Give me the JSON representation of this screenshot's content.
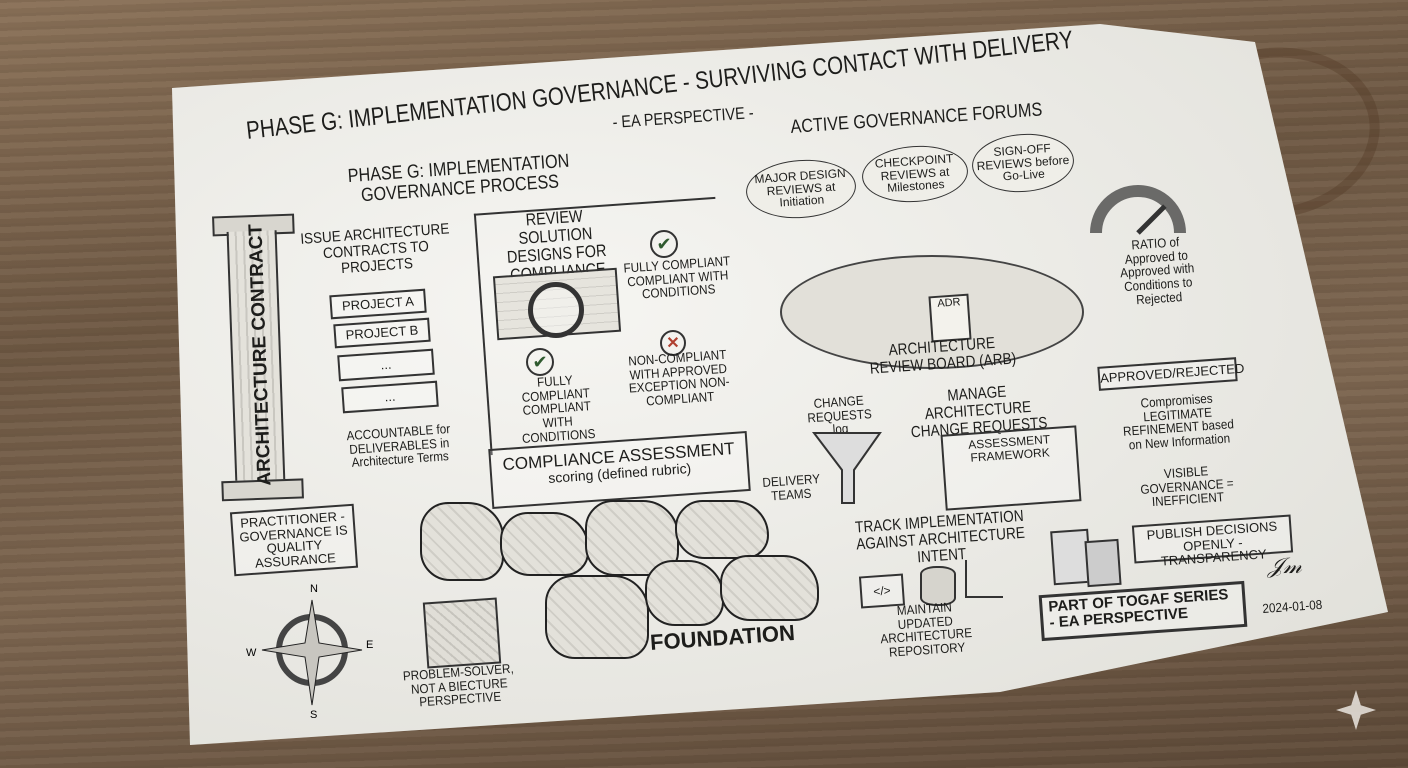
{
  "title": "PHASE G: IMPLEMENTATION GOVERNANCE - SURVIVING CONTACT WITH DELIVERY",
  "subtitle": "- EA PERSPECTIVE -",
  "process": {
    "heading": "PHASE G: IMPLEMENTATION GOVERNANCE PROCESS",
    "pillar_label": "ARCHITECTURE CONTRACT",
    "issue_heading": "ISSUE ARCHITECTURE CONTRACTS TO PROJECTS",
    "projects": [
      "PROJECT A",
      "PROJECT B",
      "...",
      "..."
    ],
    "accountable": "ACCOUNTABLE for DELIVERABLES in Architecture Terms",
    "review_heading": "REVIEW SOLUTION DESIGNS FOR COMPLIANCE",
    "outcome_right_top": "FULLY COMPLIANT COMPLIANT WITH CONDITIONS",
    "outcome_bottom_left": "FULLY COMPLIANT COMPLIANT WITH CONDITIONS",
    "outcome_right_bottom": "NON-COMPLIANT WITH APPROVED EXCEPTION NON-COMPLIANT",
    "assessment_title": "COMPLIANCE ASSESSMENT",
    "assessment_sub": "scoring (defined rubric)"
  },
  "forums": {
    "heading": "ACTIVE GOVERNANCE FORUMS",
    "bubbles": [
      "MAJOR DESIGN REVIEWS at Initiation",
      "CHECKPOINT REVIEWS at Milestones",
      "SIGN-OFF REVIEWS before Go-Live"
    ],
    "ratio": "RATIO of Approved to Approved with Conditions to Rejected",
    "gauge_level": 0.75,
    "doc_label": "ADR",
    "board": "ARCHITECTURE REVIEW BOARD (ARB)"
  },
  "change": {
    "log": "CHANGE REQUESTS log",
    "heading": "MANAGE ARCHITECTURE CHANGE REQUESTS",
    "framework": "ASSESSMENT FRAMEWORK",
    "approved": "APPROVED/REJECTED",
    "compromises": "Compromises LEGITIMATE REFINEMENT based on New Information",
    "visible": "VISIBLE GOVERNANCE = INEFFICIENT",
    "delivery": "DELIVERY TEAMS"
  },
  "track": {
    "heading": "TRACK IMPLEMENTATION AGAINST ARCHITECTURE INTENT",
    "code_icon": "</>",
    "maintain": "MAINTAIN UPDATED ARCHITECTURE REPOSITORY",
    "publish": "PUBLISH DECISIONS OPENLY - TRANSPARENCY"
  },
  "practitioner": "PRACTITIONER - GOVERNANCE IS QUALITY ASSURANCE",
  "compass": {
    "n": "N",
    "e": "E",
    "s": "S",
    "w": "W"
  },
  "problem_solver": "PROBLEM-SOLVER, NOT A BIECTURE PERSPECTIVE",
  "foundation": "FOUNDATION",
  "series": "PART OF TOGAF SERIES - EA PERSPECTIVE",
  "date": "2024-01-08",
  "signature": "signature",
  "colors": {
    "ink": "#1d1d1b",
    "paper": "#ecebe4",
    "wood": "#7a634d",
    "reject": "#b04030",
    "check": "#2f5a2f"
  }
}
